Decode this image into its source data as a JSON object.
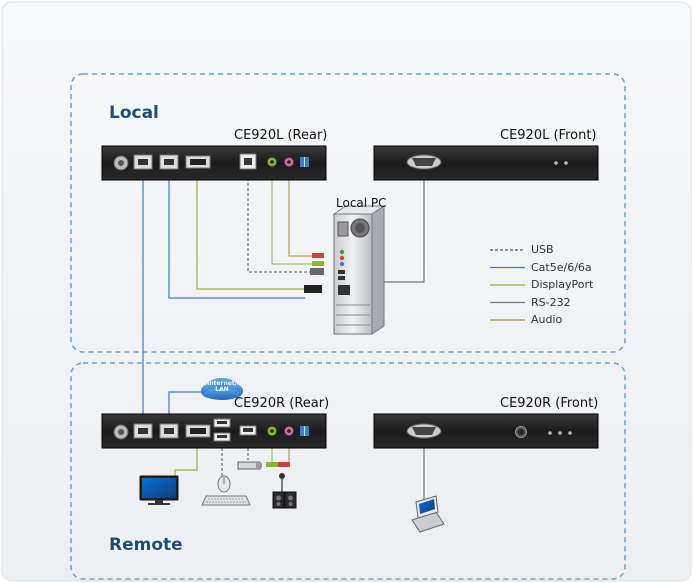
{
  "sections": {
    "local_label": "Local",
    "remote_label": "Remote"
  },
  "devices": {
    "local_rear": "CE920L (Rear)",
    "local_front": "CE920L (Front)",
    "remote_rear": "CE920R (Rear)",
    "remote_front": "CE920R (Front)",
    "local_pc": "Local PC"
  },
  "cloud_label": "Internet/ LAN",
  "legend": [
    {
      "label": "USB",
      "color": "#555555",
      "style": "dashed"
    },
    {
      "label": "Cat5e/6/6a",
      "color": "#3a7fc1",
      "style": "solid"
    },
    {
      "label": "DisplayPort",
      "color": "#8ab43a",
      "style": "solid"
    },
    {
      "label": "RS-232",
      "color": "#777777",
      "style": "solid"
    },
    {
      "label": "Audio",
      "color": "#a88a3a",
      "style": "solid"
    }
  ],
  "colors": {
    "panel_border": "#6aa6c8",
    "device_body": "#1e1e1e",
    "usb": "#555555",
    "cat5": "#3a7fc1",
    "displayport": "#8ab43a",
    "rs232": "#777777",
    "audio": "#a88a3a",
    "audio_red": "#d04040"
  },
  "icons": [
    "ground-screw-icon",
    "rj45-port-icon",
    "displayport-port-icon",
    "usb-b-port-icon",
    "audio-jack-icon",
    "dip-switch-icon",
    "db9-serial-port-icon",
    "led-icon",
    "pc-tower-icon",
    "cloud-icon",
    "monitor-icon",
    "keyboard-icon",
    "mouse-icon",
    "microphone-icon",
    "speaker-icon",
    "touch-terminal-icon",
    "usb-a-port-icon",
    "push-button-icon"
  ]
}
